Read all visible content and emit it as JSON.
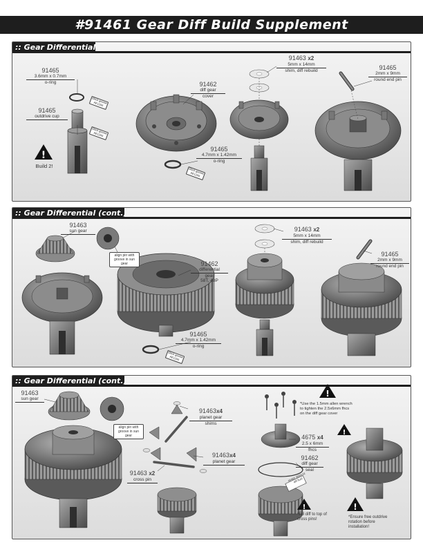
{
  "title": "#91461 Gear Diff Build Supplement",
  "colors": {
    "header_black": "#1e1e1e",
    "panel_light": "#f4f4f4",
    "panel_dark": "#dcdcdc",
    "part_grey": "#7a7a7a"
  },
  "panels": [
    {
      "heading": ":: Gear Differential"
    },
    {
      "heading": ":: Gear Differential (cont.)"
    },
    {
      "heading": ":: Gear Differential (cont.)"
    }
  ],
  "p1": {
    "oring_num": "91465",
    "oring_desc": "3.6mm x 0.7mm",
    "oring_desc2": "o-ring",
    "cup_num": "91465",
    "cup_desc": "outdrive cup",
    "warn_text": "Build 2!",
    "cover_num": "91462",
    "cover_desc": "diff gear",
    "cover_desc2": "cover",
    "oring2_num": "91465",
    "oring2_desc": "4.7mm x 1.42mm",
    "oring2_desc2": "o-ring",
    "shim_num": "91463",
    "shim_qty": "x2",
    "shim_desc": "5mm x 14mm",
    "shim_desc2": "shim, diff rebuild",
    "pin_num": "91465",
    "pin_desc": "2mm x 9mm",
    "pin_desc2": "round end pin",
    "tube1": "black grease AE1200",
    "tube2": "black grease AE1200",
    "tube3": "black grease AE1200"
  },
  "p2": {
    "sun_num": "91463",
    "sun_desc": "sun gear",
    "align_note": "align pin with groove in sun gear",
    "diffgear_num": "91462",
    "diffgear_desc": "differential",
    "diffgear_desc2": "gear",
    "diffgear_desc3": "58T, 48P",
    "shim_num": "91463",
    "shim_qty": "x2",
    "shim_desc": "5mm x 14mm",
    "shim_desc2": "shim, diff rebuild",
    "pin_num": "91465",
    "pin_desc": "2mm x 9mm",
    "pin_desc2": "round end pin",
    "oring_num": "91465",
    "oring_desc": "4.7mm x 1.42mm",
    "oring_desc2": "o-ring",
    "tube": "black grease AE1200"
  },
  "p3": {
    "sun_num": "91463",
    "sun_desc": "sun gear",
    "align_note": "align pin with groove in sun gear",
    "pgs_num": "91463",
    "pgs_qty": "x4",
    "pgs_desc": "planet gear",
    "pgs_desc2": "shims",
    "pg_num": "91463",
    "pg_qty": "x4",
    "pg_desc": "planet gear",
    "cp_num": "91463",
    "cp_qty": "x2",
    "cp_desc": "cross pin",
    "wrench_note": "*Use the 1.5mm allen wrench to tighten the 2.5x6mm fhcs on the diff gear cover",
    "fhcs_num": "4675",
    "fhcs_qty": "x4",
    "fhcs_desc": "2.5 x 6mm",
    "fhcs_desc2": "fhcs",
    "seal_num": "91462",
    "seal_desc": "diff gear",
    "seal_desc2": "seal",
    "fluid": "#6483 3000cSt diff fluid",
    "fill_note": "*Fill diff to top of cross pins!",
    "ensure_note": "*Ensure free outdrive rotation before installation!"
  }
}
